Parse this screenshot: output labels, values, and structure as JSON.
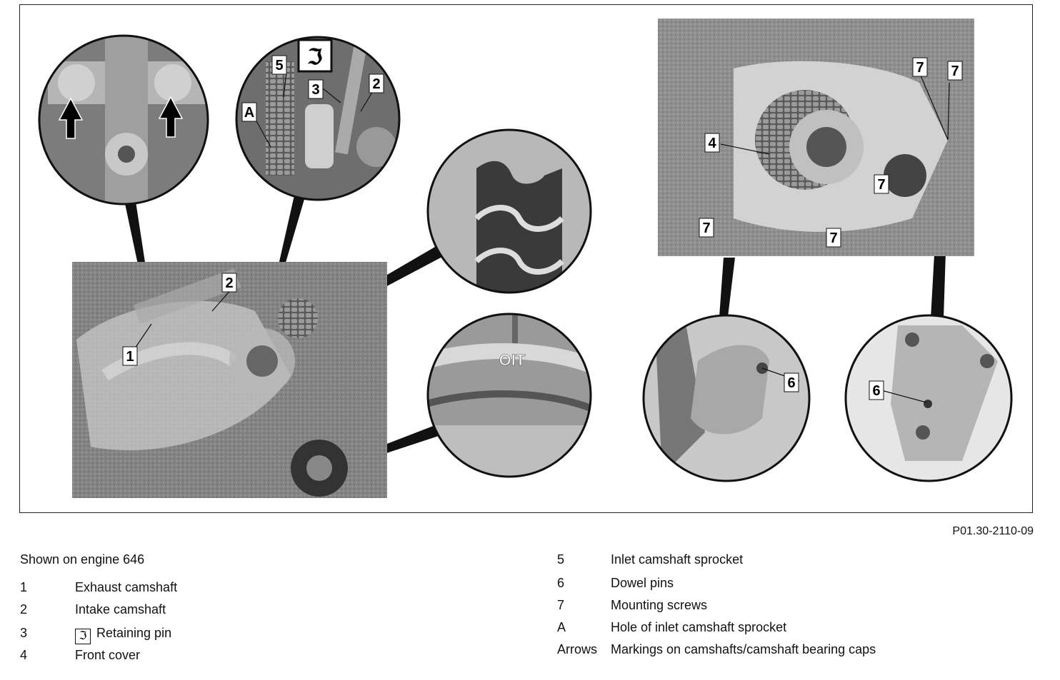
{
  "figure": {
    "id": "P01.30-2110-09",
    "callouts": {
      "c1": "1",
      "c2": "2",
      "c2b": "2",
      "c3": "3",
      "c4": "4",
      "c5": "5",
      "cA": "A",
      "c6a": "6",
      "c6b": "6",
      "c7": "7"
    },
    "detail_texts": {
      "oil_label": "OIT"
    }
  },
  "legend": {
    "intro": "Shown on engine 646",
    "left": [
      {
        "key": "1",
        "label": "Exhaust camshaft"
      },
      {
        "key": "2",
        "label": "Intake camshaft"
      },
      {
        "key": "3",
        "label": "Retaining pin",
        "icon": "special-tool-icon"
      },
      {
        "key": "4",
        "label": "Front cover"
      }
    ],
    "right": [
      {
        "key": "5",
        "label": "Inlet camshaft sprocket"
      },
      {
        "key": "6",
        "label": "Dowel pins"
      },
      {
        "key": "7",
        "label": "Mounting screws"
      },
      {
        "key": "A",
        "label": "Hole of inlet camshaft sprocket"
      },
      {
        "key": "Arrows",
        "label": "Markings on camshafts/camshaft bearing caps"
      }
    ]
  }
}
